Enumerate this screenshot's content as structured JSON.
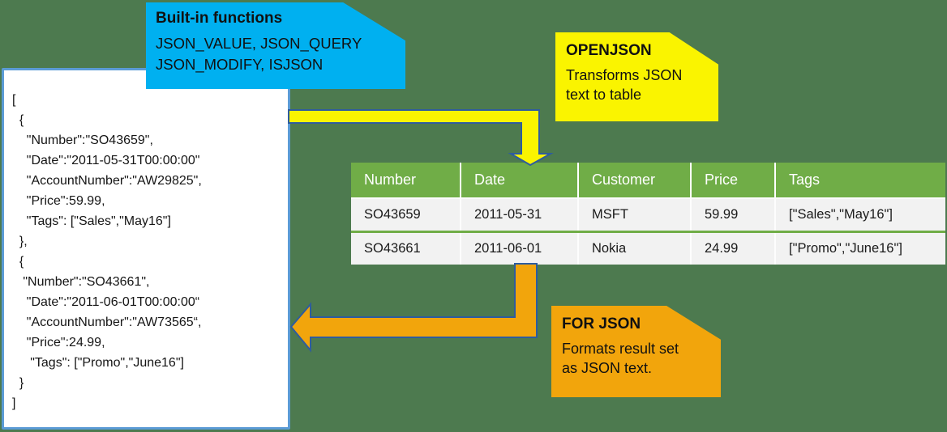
{
  "background": {
    "panel_color": "#4D7A4F"
  },
  "json_document": {
    "lines": [
      "[",
      "  {",
      "    \"Number\":\"SO43659\",",
      "    \"Date\":\"2011-05-31T00:00:00\"",
      "    \"AccountNumber\":\"AW29825\",",
      "    \"Price\":59.99,",
      "    \"Tags\": [\"Sales\",\"May16\"]",
      "  },",
      "  {",
      "   \"Number\":\"SO43661\",",
      "    \"Date\":\"2011-06-01T00:00:00“",
      "    \"AccountNumber\":\"AW73565“,",
      "    \"Price\":24.99,",
      "     \"Tags\": [\"Promo\",\"June16\"]",
      "  }",
      "]"
    ],
    "border_color": "#5B9BD5"
  },
  "callouts": {
    "builtin": {
      "title": "Built-in functions",
      "body": "JSON_VALUE, JSON_QUERY\nJSON_MODIFY, ISJSON",
      "color": "#00B0F0"
    },
    "openjson": {
      "title": "OPENJSON",
      "body": "Transforms JSON\ntext to table",
      "color": "#FAF400"
    },
    "forjson": {
      "title": "FOR JSON",
      "body": "Formats result set\nas JSON text.",
      "color": "#F2A50C"
    }
  },
  "arrows": {
    "openjson_arrow_color": "#FAF400",
    "forjson_arrow_color": "#F2A50C",
    "outline_color": "#2E5C9E"
  },
  "table": {
    "header_color": "#70AD47",
    "row_color": "#F2F2F2",
    "headers": [
      "Number",
      "Date",
      "Customer",
      "Price",
      "Tags"
    ],
    "rows": [
      [
        "SO43659",
        "2011-05-31",
        "MSFT",
        "59.99",
        "[\"Sales\",\"May16\"]"
      ],
      [
        "SO43661",
        "2011-06-01",
        "Nokia",
        "24.99",
        "[\"Promo\",\"June16\"]"
      ]
    ]
  }
}
